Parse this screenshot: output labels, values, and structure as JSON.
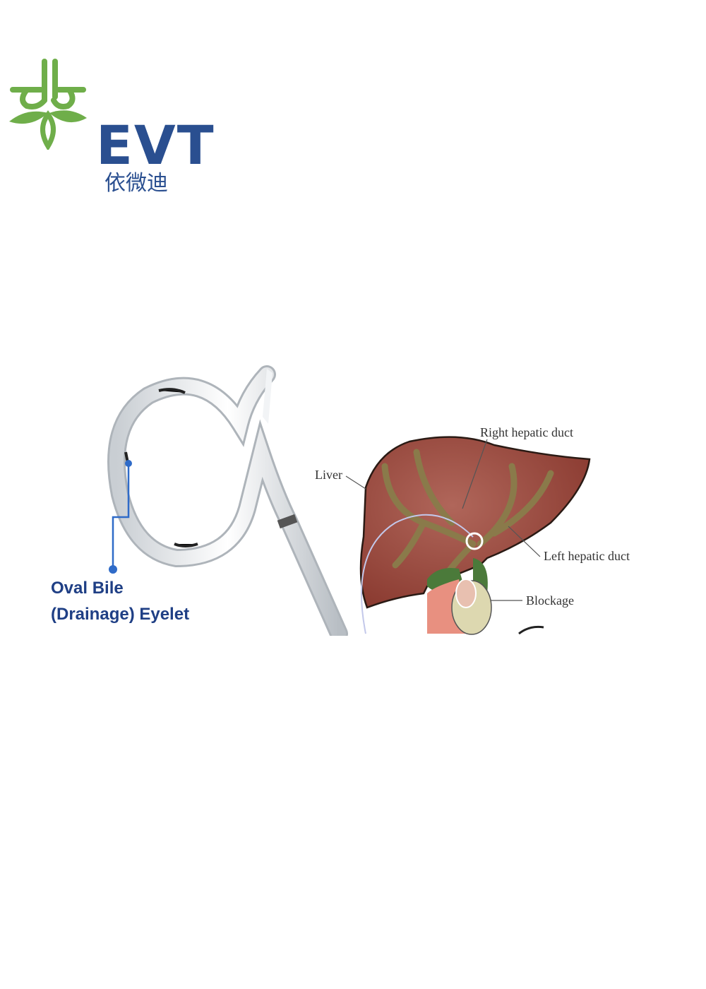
{
  "logo": {
    "brand": "EVT",
    "chinese_name": "依微迪",
    "brand_color": "#2a4f90",
    "leaf_color": "#6fae4a"
  },
  "figure": {
    "catheter_label_line1": "Oval Bile",
    "catheter_label_line2": "(Drainage) Eyelet",
    "anatomy_labels": {
      "liver": "Liver",
      "right_hepatic_duct": "Right hepatic duct",
      "left_hepatic_duct": "Left hepatic duct",
      "blockage": "Blockage"
    },
    "label_color": "#1f3f85"
  }
}
